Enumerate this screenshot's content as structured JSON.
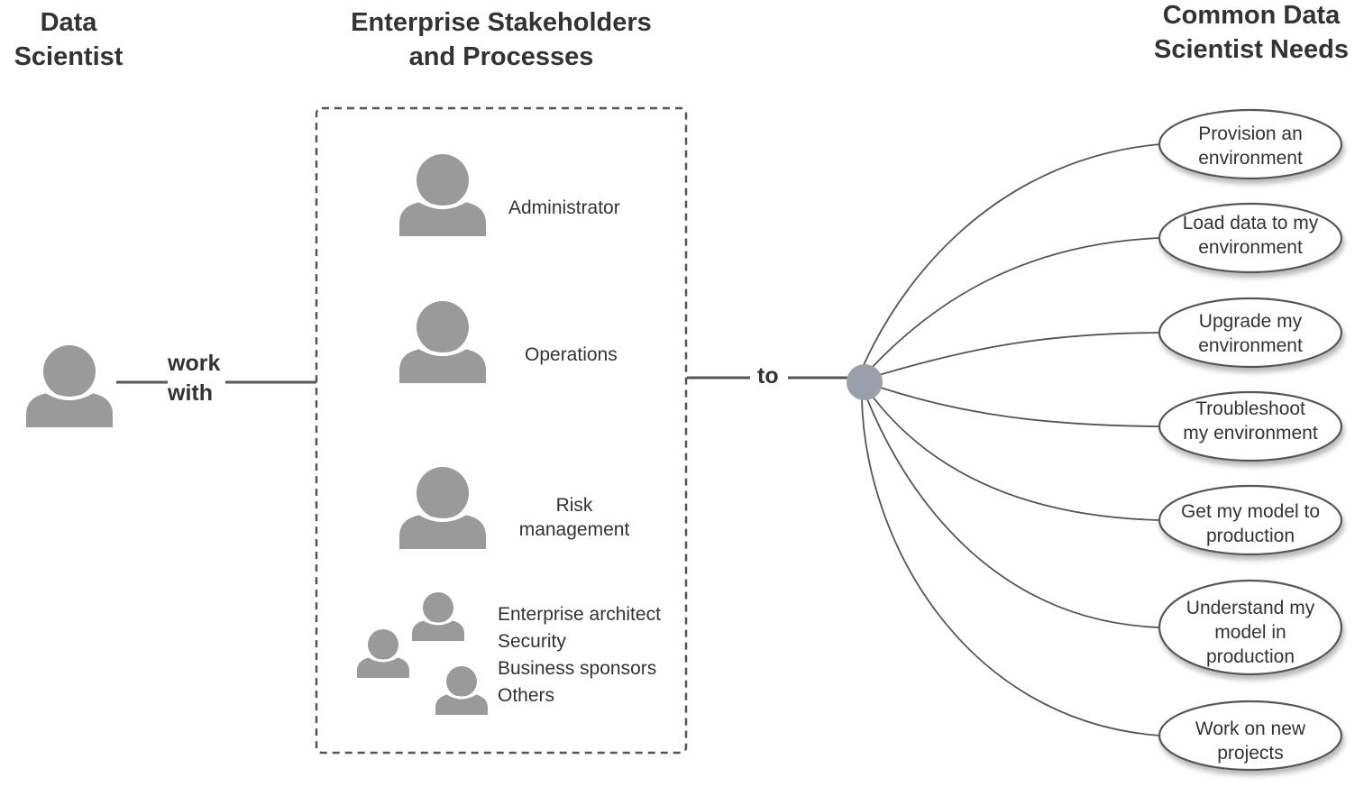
{
  "headings": {
    "data_scientist": [
      "Data",
      "Scientist"
    ],
    "stakeholders": [
      "Enterprise Stakeholders",
      "and Processes"
    ],
    "needs": [
      "Common Data",
      "Scientist Needs"
    ]
  },
  "connectors": {
    "work_with": [
      "work",
      "with"
    ],
    "to": "to"
  },
  "stakeholders": {
    "administrator": "Administrator",
    "operations": "Operations",
    "risk": [
      "Risk",
      "management"
    ],
    "others_list": [
      "Enterprise architect",
      "Security",
      "Business sponsors",
      "Others"
    ]
  },
  "needs": [
    [
      "Provision an",
      "environment"
    ],
    [
      "Load data to my",
      "environment"
    ],
    [
      "Upgrade my",
      "environment"
    ],
    [
      "Troubleshoot",
      "my environment"
    ],
    [
      "Get my model to",
      "production"
    ],
    [
      "Understand my",
      "model in",
      "production"
    ],
    [
      "Work on new",
      "projects"
    ]
  ],
  "colors": {
    "text": "#333333",
    "person": "#9a9a9a",
    "line": "#555555",
    "hub": "#9aa0ab",
    "ellipse_stroke": "#555555"
  }
}
